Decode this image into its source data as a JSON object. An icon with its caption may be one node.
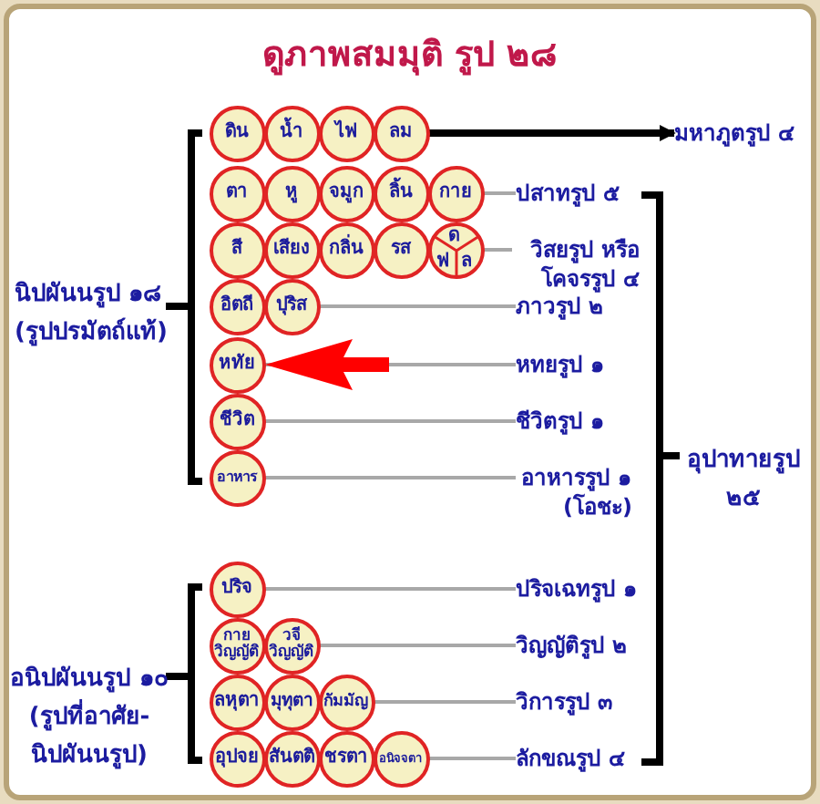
{
  "diagram": {
    "title": "ดูภาพสมมุติ รูป ๒๘",
    "nodes": [
      {
        "text": [
          "ดิน"
        ]
      },
      {
        "text": [
          "น้ำ"
        ]
      },
      {
        "text": [
          "ไฟ"
        ]
      },
      {
        "text": [
          "ลม"
        ]
      },
      {
        "text": [
          "มหาภูตรูป ๔"
        ]
      },
      {
        "text": [
          "ตา"
        ]
      },
      {
        "text": [
          "หู"
        ]
      },
      {
        "text": [
          "จมูก"
        ]
      },
      {
        "text": [
          "ลิ้น"
        ]
      },
      {
        "text": [
          "กาย"
        ]
      },
      {
        "text": [
          "ปสาทรูป ๕"
        ]
      },
      {
        "text": [
          "สี"
        ]
      },
      {
        "text": [
          "เสียง"
        ]
      },
      {
        "text": [
          "กลิ่น"
        ]
      },
      {
        "text": [
          "รส"
        ]
      },
      {
        "text": [
          "ด",
          "ฟ",
          "ล"
        ]
      },
      {
        "text": [
          "วิสยรูป หรือ โคจรรูป ๔"
        ]
      },
      {
        "text": [
          "อิตถี"
        ]
      },
      {
        "text": [
          "ปุริส"
        ]
      },
      {
        "text": [
          "ภาวรูป ๒"
        ]
      },
      {
        "text": [
          "หทัย"
        ]
      },
      {
        "text": [
          "หทยรูป ๑"
        ]
      },
      {
        "text": [
          "ชีวิต"
        ]
      },
      {
        "text": [
          "ชีวิตรูป ๑"
        ]
      },
      {
        "text": [
          "อาหาร"
        ]
      },
      {
        "text": [
          "อาหารรูป ๑ (โอชะ)"
        ]
      },
      {
        "text": [
          "ปริจ"
        ]
      },
      {
        "text": [
          "ปริจเฉทรูป ๑"
        ]
      },
      {
        "text": [
          "กาย วิญญัติ"
        ]
      },
      {
        "text": [
          "วจี วิญญัติ"
        ]
      },
      {
        "text": [
          "วิญญัติรูป ๒"
        ]
      },
      {
        "text": [
          "ลหุตา"
        ]
      },
      {
        "text": [
          "มุทุตา"
        ]
      },
      {
        "text": [
          "กัมมัญ"
        ]
      },
      {
        "text": [
          "วิการรูป ๓"
        ]
      },
      {
        "text": [
          "อุปจย"
        ]
      },
      {
        "text": [
          "สันตติ"
        ]
      },
      {
        "text": [
          "ชรตา"
        ]
      },
      {
        "text": [
          "อนิจจตา"
        ]
      },
      {
        "text": [
          "ลักขณรูป ๔"
        ]
      }
    ],
    "edges": [
      {
        "from": 3,
        "to": 4,
        "arrow": "to",
        "style": "thick",
        "color": "#000000"
      },
      {
        "from": 9,
        "to": 10,
        "arrow": "none"
      },
      {
        "from": 15,
        "to": 16,
        "arrow": "none"
      },
      {
        "from": 18,
        "to": 19,
        "arrow": "none"
      },
      {
        "from": 21,
        "to": 20,
        "arrow": "to"
      },
      {
        "from": 22,
        "to": 23,
        "arrow": "none"
      },
      {
        "from": 24,
        "to": 25,
        "arrow": "none"
      },
      {
        "from": 26,
        "to": 27,
        "arrow": "none"
      },
      {
        "from": 29,
        "to": 30,
        "arrow": "none"
      },
      {
        "from": 33,
        "to": 34,
        "arrow": "none"
      },
      {
        "from": 38,
        "to": 39,
        "arrow": "none"
      }
    ],
    "labels": [
      "นิปผันนรูป ๑๘ (รูปปรมัตถ์แท้)",
      "อุปาทายรูป ๒๕",
      "อนิปผันนรูป ๑๐ (รูปที่อาศัย-นิปผันนรูป)"
    ]
  }
}
